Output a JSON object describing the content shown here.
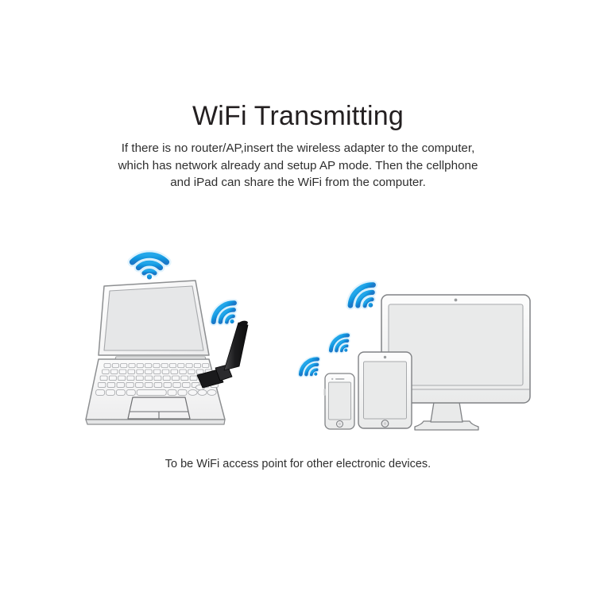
{
  "page": {
    "background_color": "#ffffff",
    "title": "WiFi Transmitting",
    "intro_lines": [
      "If there is no router/AP,insert the wireless adapter to the computer,",
      "which has network already and setup AP mode. Then the cellphone",
      "and iPad can share the WiFi from the computer."
    ],
    "caption": "To be WiFi access point for other electronic devices."
  },
  "colors": {
    "wifi_blue": "#12a0e8",
    "wifi_blue_dark": "#1b7fd0",
    "wifi_glow": "#bfe6fa",
    "device_outline": "#808285",
    "device_fill": "#f2f2f2",
    "screen_fill": "#e6e7e8",
    "adapter_black": "#231f20",
    "text": "#231f20"
  },
  "illustration": {
    "name": "wifi-transmitting-diagram",
    "laptop": {
      "label": "laptop-with-usb-wifi-adapter",
      "parts": [
        "laptop-lid",
        "laptop-screen",
        "laptop-keyboard",
        "laptop-trackpad",
        "usb-wifi-adapter",
        "adapter-antenna"
      ]
    },
    "client_devices": {
      "label": "client-devices-group",
      "items": [
        {
          "name": "desktop-monitor",
          "label": "Monitor"
        },
        {
          "name": "tablet-device",
          "label": "iPad"
        },
        {
          "name": "smartphone-device",
          "label": "Cellphone"
        }
      ]
    },
    "wifi_icons": [
      {
        "name": "wifi-icon-laptop-top",
        "rotation_deg": 0
      },
      {
        "name": "wifi-icon-adapter",
        "rotation_deg": -45
      },
      {
        "name": "wifi-icon-monitor",
        "rotation_deg": -45
      },
      {
        "name": "wifi-icon-tablet",
        "rotation_deg": -45
      },
      {
        "name": "wifi-icon-phone",
        "rotation_deg": -45
      }
    ]
  }
}
